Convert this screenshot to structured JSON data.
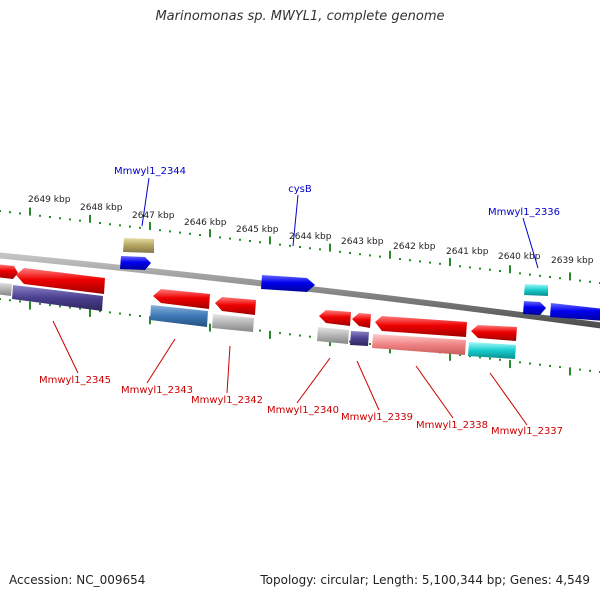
{
  "title": "Marinomonas sp. MWYL1, complete genome",
  "footer": {
    "accession": "Accession: NC_009654",
    "summary": "Topology: circular; Length: 5,100,344 bp; Genes: 4,549"
  },
  "ruler": {
    "ticks": [
      "2649 kbp",
      "2648 kbp",
      "2647 kbp",
      "2646 kbp",
      "2645 kbp",
      "2644 kbp",
      "2643 kbp",
      "2642 kbp",
      "2641 kbp",
      "2640 kbp",
      "2639 kbp"
    ]
  },
  "gene_labels": {
    "above": [
      {
        "text": "Mmwyl1_2344",
        "color": "#0000cc"
      },
      {
        "text": "cysB",
        "color": "#0000cc"
      },
      {
        "text": "Mmwyl1_2336",
        "color": "#0000cc"
      }
    ],
    "below": [
      {
        "text": "Mmwyl1_2345",
        "color": "#cc0000"
      },
      {
        "text": "Mmwyl1_2343",
        "color": "#cc0000"
      },
      {
        "text": "Mmwyl1_2342",
        "color": "#cc0000"
      },
      {
        "text": "Mmwyl1_2340",
        "color": "#cc0000"
      },
      {
        "text": "Mmwyl1_2339",
        "color": "#cc0000"
      },
      {
        "text": "Mmwyl1_2338",
        "color": "#cc0000"
      },
      {
        "text": "Mmwyl1_2337",
        "color": "#cc0000"
      }
    ]
  },
  "colors": {
    "forward_cds": "#0000ee",
    "reverse_cds": "#ee0000",
    "backbone": "#808080",
    "ruler_ticks": "#2a8a2a"
  }
}
